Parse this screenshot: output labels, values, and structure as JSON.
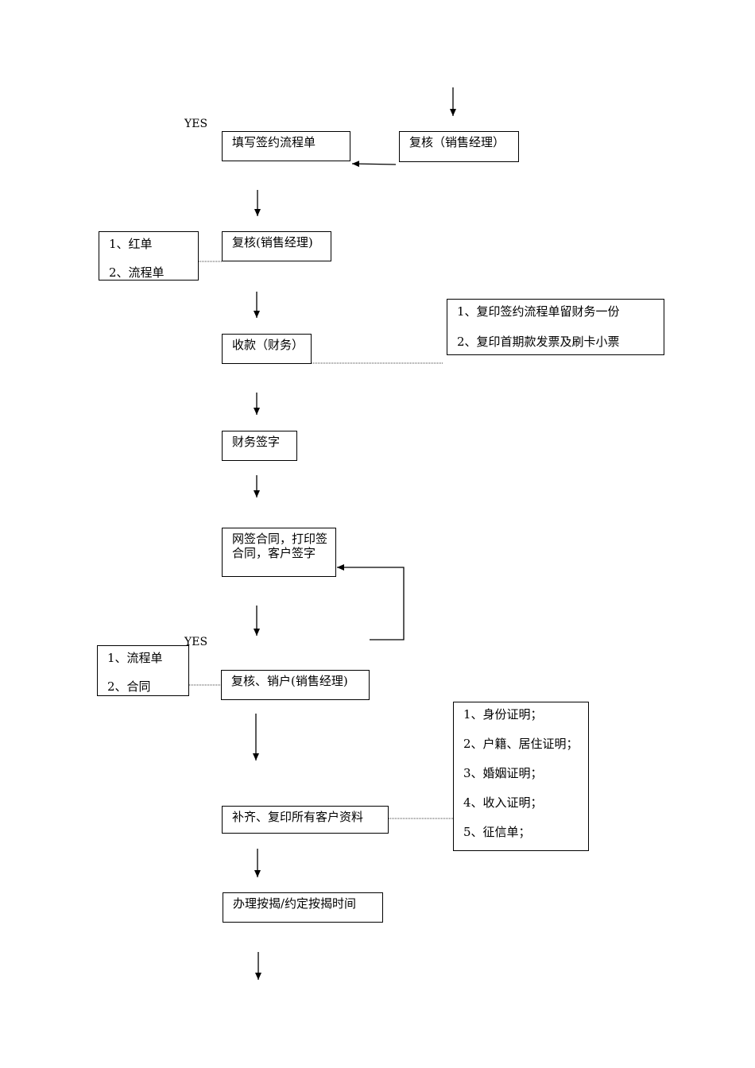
{
  "labels": {
    "yes_top": "YES",
    "yes_mid": "YES"
  },
  "steps": {
    "fill_form": "填写签约流程单",
    "review_top": "复核（销售经理）",
    "review1": "复核(销售经理)",
    "collect": "收款（财务）",
    "finance_sign": "财务签字",
    "contract": "网签合同，打印签合同，客户签字",
    "review_close": "复核、销户(销售经理)",
    "supplement": "补齐、复印所有客户资料",
    "mortgage": "办理按揭/约定按揭时间"
  },
  "notes": {
    "red_forms": [
      "1、红单",
      "2、流程单"
    ],
    "copies": [
      "1、复印签约流程单留财务一份",
      "2、复印首期款发票及刷卡小票"
    ],
    "flow_contract": [
      "1、流程单",
      "2、合同"
    ],
    "client_docs": [
      "1、身份证明；",
      "2、户籍、居住证明；",
      "3、婚姻证明；",
      "4、收入证明；",
      "5、征信单；"
    ]
  }
}
